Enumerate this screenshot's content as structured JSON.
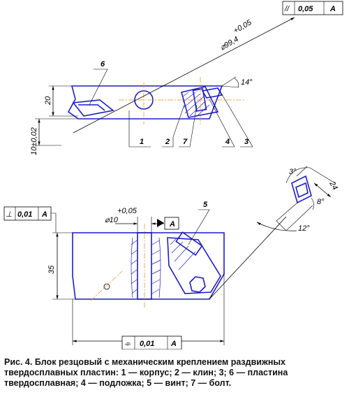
{
  "tolerance_frames": {
    "parallel_top": {
      "symbol": "//",
      "value": "0,05",
      "datum": "A"
    },
    "perpendicular_left": {
      "symbol": "⊥",
      "value": "0,01",
      "datum": "A"
    },
    "symmetry_bottom": {
      "symbol": "⌯",
      "value": "0,01",
      "datum": "A"
    }
  },
  "datum_label": "A",
  "dimensions": {
    "diameter": "⌀99,4",
    "diameter_tol": "+0,05",
    "angle_top": "14°",
    "height_20": "20",
    "height_10": "10±0,02",
    "hole": "⌀10",
    "hole_tol": "+0,05",
    "height_35": "35",
    "angle_3": "3°",
    "size_24": "24",
    "angle_8": "8°",
    "angle_12": "12°"
  },
  "callouts": [
    "1",
    "2",
    "7",
    "4",
    "3",
    "6",
    "5"
  ],
  "caption": "Рис. 4. Блок резцовый с механическим креплением раздвижных твердосплавных пластин: 1 — корпус; 2 — клин; 3; 6 — пластина твердосплавная; 4 — подложка; 5 — винт; 7 — болт."
}
